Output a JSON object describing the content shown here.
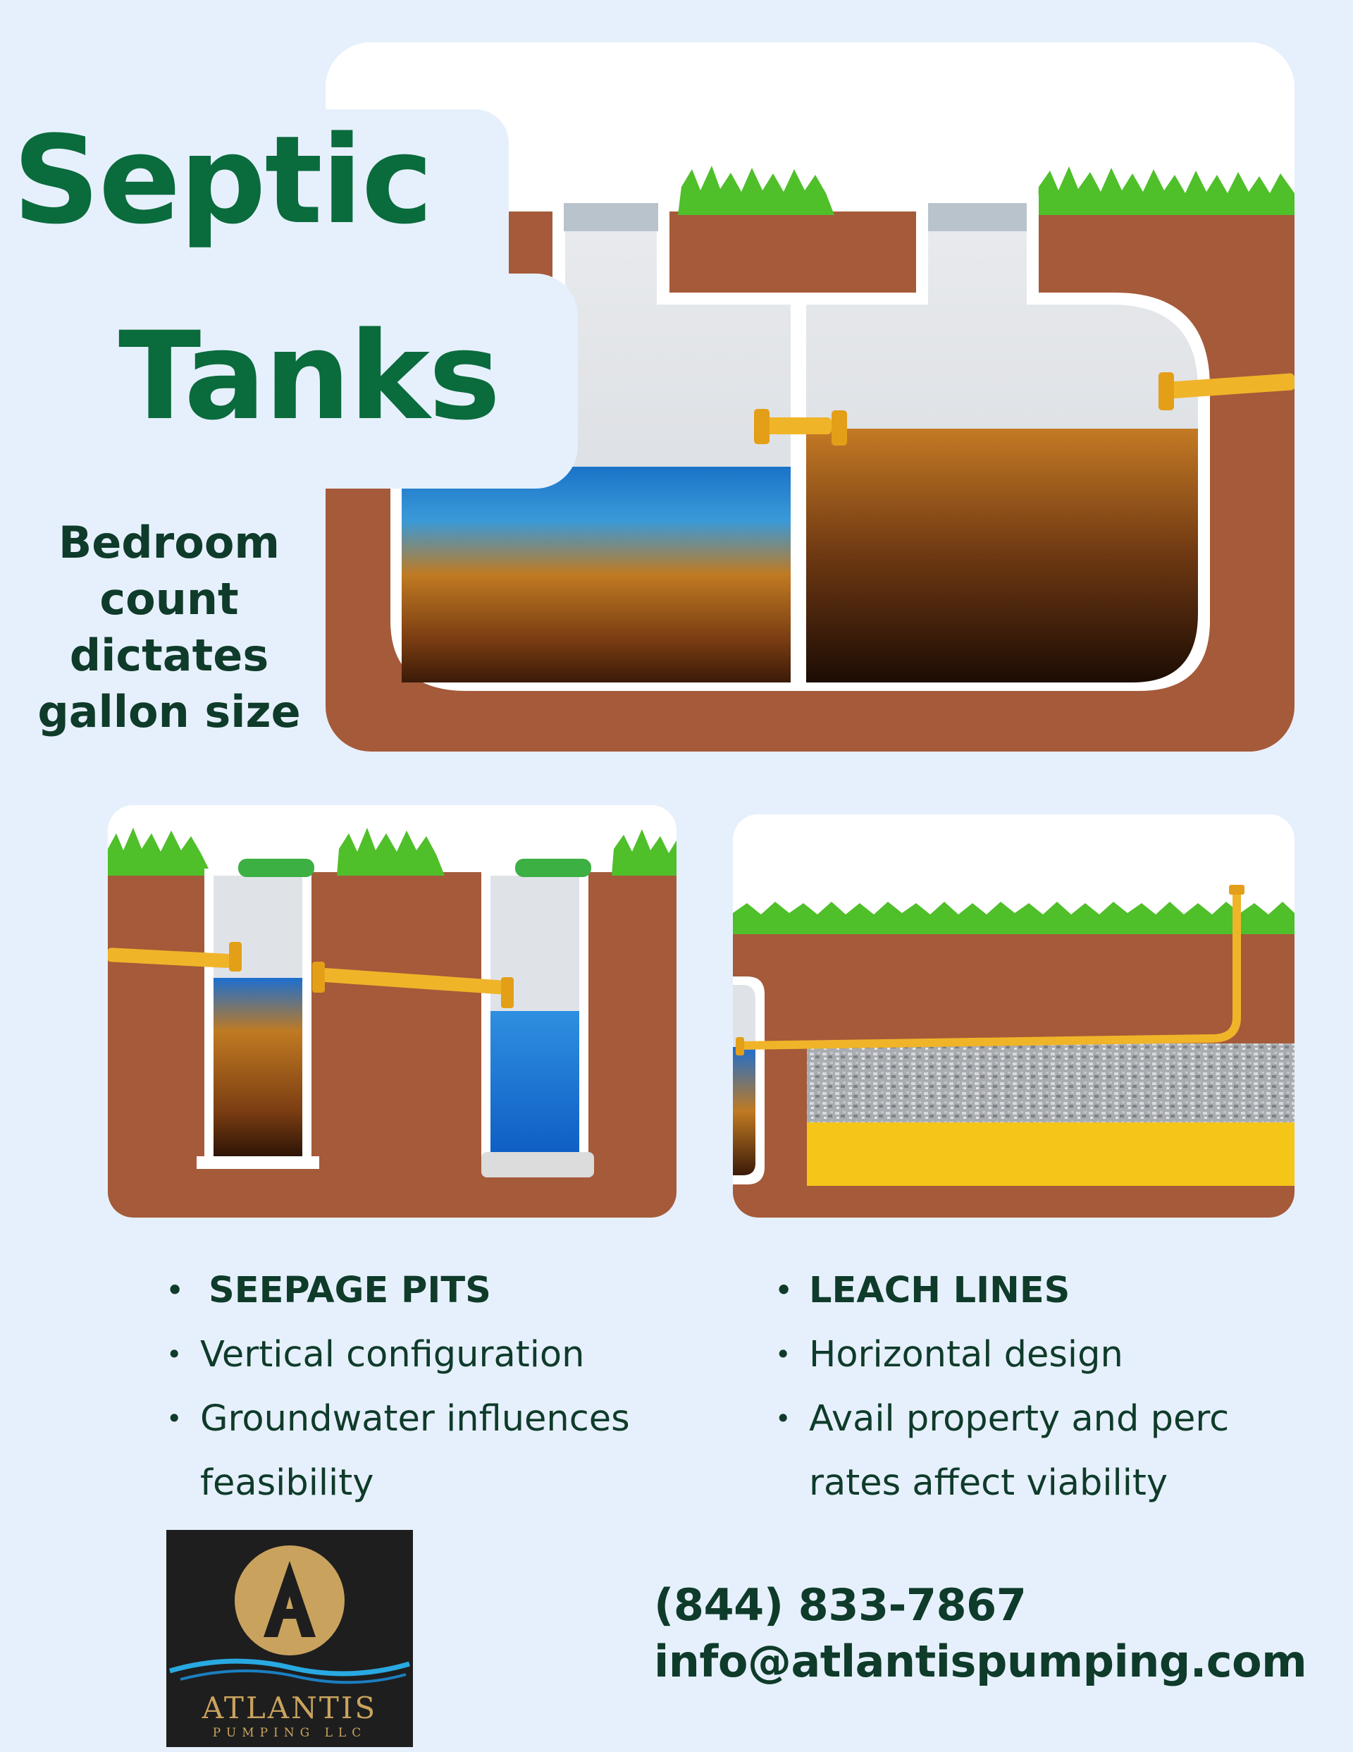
{
  "colors": {
    "background": "#e6f0fc",
    "title_green": "#0a6b3d",
    "text_dark": "#0f3b2a",
    "soil": "#a55a3a",
    "grass": "#4fbf2a",
    "pipe": "#f0b429",
    "logo_gold": "#c9a35e"
  },
  "title": {
    "line1": "Septic",
    "line2": "Tanks"
  },
  "subtitle": [
    "Bedroom",
    "count",
    "dictates",
    "gallon size"
  ],
  "columns": [
    {
      "heading": "SEEPAGE PITS",
      "items": [
        "Vertical configuration",
        "Groundwater influences feasibility"
      ]
    },
    {
      "heading": "LEACH LINES",
      "items": [
        "Horizontal design",
        "Avail property and perc rates affect viability"
      ]
    }
  ],
  "contact": {
    "phone": "(844) 833-7867",
    "email": "info@atlantispumping.com"
  },
  "logo": {
    "letter": "A",
    "name": "ATLANTIS",
    "tagline": "PUMPING LLC"
  }
}
